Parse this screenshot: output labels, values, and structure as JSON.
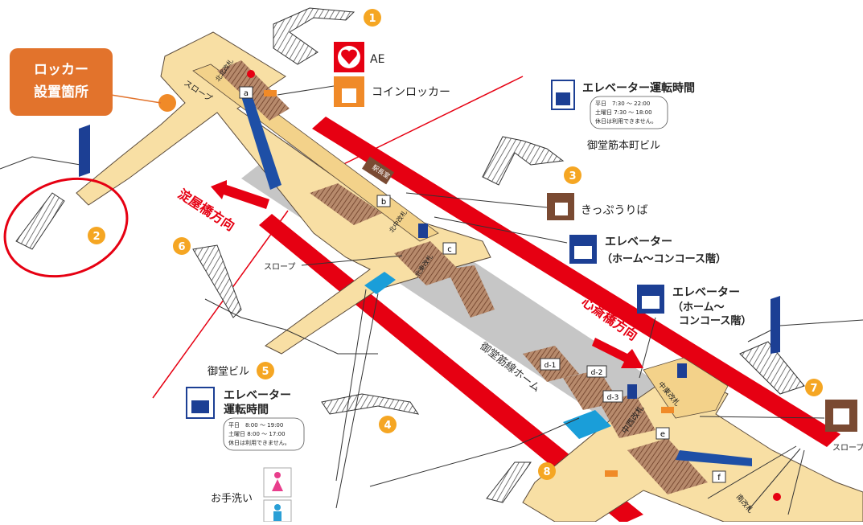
{
  "locker_callout": {
    "line1": "ロッカー",
    "line2": "設置箇所"
  },
  "legend": {
    "aed": "AE",
    "coin_locker": "コインロッカー",
    "elevator_hours_top": {
      "title": "エレベーター運転時間",
      "weekday": "平日　7:30 ～ 22:00",
      "saturday": "土曜日 7:30 ～ 18:00",
      "holiday": "休日は利用できません。"
    },
    "ticket_office": "きっぷうりば",
    "elevator_home_concourse": {
      "line1": "エレベーター",
      "line2": "（ホーム～コンコース階）"
    },
    "elevator_home_concourse_2": {
      "line1": "エレベーター",
      "line2": "（ホーム～",
      "line3": "コンコース階）"
    },
    "elevator_hours_bottom": {
      "line1": "エレベーター",
      "line2": "運転時間",
      "weekday": "平日　8:00 ～ 19:00",
      "saturday": "土曜日 8:00 ～ 17:00",
      "holiday": "休日は利用できません。"
    },
    "hand_wash": "お手洗い"
  },
  "landmarks": {
    "midosuji_honmachi_bldg": "御堂筋本町ビル",
    "mido_bldg": "御堂ビル"
  },
  "directions": {
    "yodoyabashi": "淀屋橋方向",
    "shinsaibashi": "心斎橋方向"
  },
  "platform": "御堂筋線ホーム",
  "slope_labels": {
    "top": "スロープ",
    "middle": "スロープ",
    "right": "スロープ"
  },
  "gates": {
    "north_north": "北北改札",
    "north_center": "北中改札",
    "north_east": "北東改札",
    "station_office": "駅長室",
    "center_west": "中西改札",
    "center_east": "中東改札",
    "south": "南改札"
  },
  "exits": [
    "1",
    "2",
    "3",
    "4",
    "5",
    "6",
    "7",
    "8"
  ],
  "point_labels": [
    "a",
    "b",
    "c",
    "d-1",
    "d-2",
    "d-3",
    "e",
    "f"
  ],
  "colors": {
    "accent_orange": "#f08a28",
    "callout_orange": "#e2732c",
    "rail_red": "#e60012",
    "concourse": "#f8dfa4",
    "stairs": "#7a4a32",
    "elevator_blue": "#1c3f94",
    "platform_gray": "#c6c6c6",
    "escalator_blue": "#1e4fa6",
    "highlight_cyan": "#1a9ed9"
  }
}
